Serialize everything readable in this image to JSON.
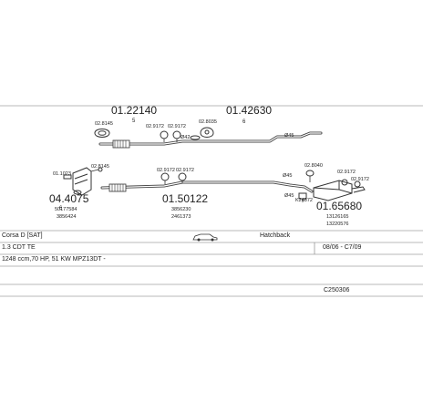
{
  "parts": {
    "p1": "01.22140",
    "p1_sub": "5",
    "p2": "01.42630",
    "p2_sub": "6",
    "p3": "04.4075",
    "p3_sub": "6",
    "p3_ref1": "50177584",
    "p3_ref2": "3856424",
    "p4": "01.50122",
    "p4_ref1": "3856230",
    "p4_ref2": "2461373",
    "p5": "01.65680",
    "p5_ref1": "13126165",
    "p5_ref2": "13220576"
  },
  "accessories": {
    "a1": "02.8145",
    "a2": "02.9172",
    "a3": "02.9172",
    "a4": "02.8035",
    "a5": "01.1023",
    "a6": "02.8145",
    "a7": "02.9172",
    "a8": "02.9172",
    "a9": "02.8040",
    "a10": "02.9172",
    "a11": "02.9172",
    "a12": "K24872"
  },
  "diameters": {
    "d1": "Ø42",
    "d2": "Ø45",
    "d3": "Ø45",
    "d4": "Ø45"
  },
  "info": {
    "model": "Corsa D [SAT]",
    "body_type": "Hatchback",
    "engine": "1.3 CDT TE",
    "date_range": "08/06 - C7/09",
    "spec": "1248 ccm,70 HP, 51 KW MPZ13DT -",
    "code": "C250306"
  }
}
